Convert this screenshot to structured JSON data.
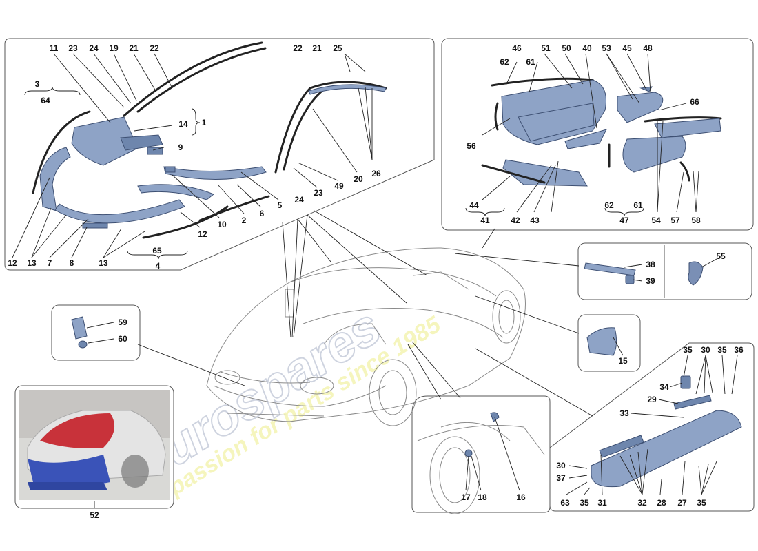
{
  "watermark": {
    "slogan": "a passion for parts since 1985",
    "brand_color": "#c9cfdc",
    "slogan_color": "#ecec7a"
  },
  "colors": {
    "part_fill": "#8ea3c6",
    "part_stroke": "#3d4f72",
    "panel_stroke": "#555555",
    "photo_red": "#c8323a",
    "photo_blue": "#3a53b8"
  },
  "callouts": {
    "p1": [
      "3",
      "64",
      "11",
      "23",
      "24",
      "19",
      "21",
      "22",
      "14",
      "1",
      "9",
      "12",
      "13",
      "7",
      "8",
      "13",
      "4",
      "65",
      "2",
      "6",
      "5",
      "10",
      "12",
      "22",
      "21",
      "25",
      "26",
      "20",
      "24",
      "23",
      "49"
    ],
    "p2": [
      "46",
      "62",
      "61",
      "51",
      "50",
      "40",
      "53",
      "45",
      "48",
      "66",
      "56",
      "44",
      "41",
      "42",
      "43",
      "62",
      "47",
      "61",
      "54",
      "57",
      "58"
    ],
    "p3": [
      "38",
      "39",
      "55"
    ],
    "p4": [
      "15"
    ],
    "p5": [
      "59",
      "60"
    ],
    "p6": [
      "52"
    ],
    "p7": [
      "17",
      "18",
      "16"
    ],
    "p8": [
      "35",
      "30",
      "35",
      "36",
      "34",
      "29",
      "33",
      "30",
      "37",
      "63",
      "35",
      "31",
      "32",
      "28",
      "27",
      "35"
    ]
  }
}
